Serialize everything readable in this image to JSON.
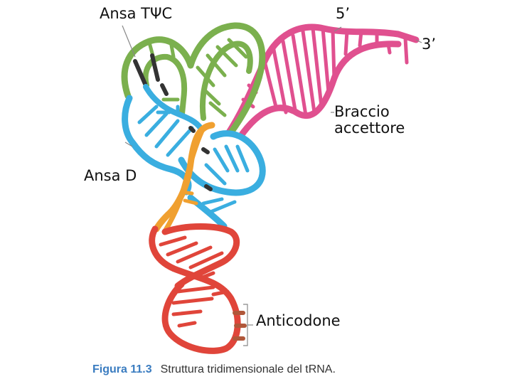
{
  "labels": {
    "loop_tpsic": "Ansa TΨC",
    "five_prime": "5’",
    "three_prime": "3’",
    "acceptor_line1": "Braccio",
    "acceptor_line2": "accettore",
    "loop_d": "Ansa D",
    "anticodon": "Anticodone"
  },
  "caption": {
    "figure": "Figura 11.3",
    "text": "Struttura tridimensionale del tRNA."
  },
  "colors": {
    "tpsic_arm": "#7bb04e",
    "acceptor_arm": "#e0508f",
    "d_arm": "#3aaee0",
    "variable_region": "#f0a030",
    "anticodon_arm": "#e0453a",
    "anticodon_bases": "#b0573a",
    "dark_bases": "#333333",
    "leader_lines": "#888888"
  }
}
